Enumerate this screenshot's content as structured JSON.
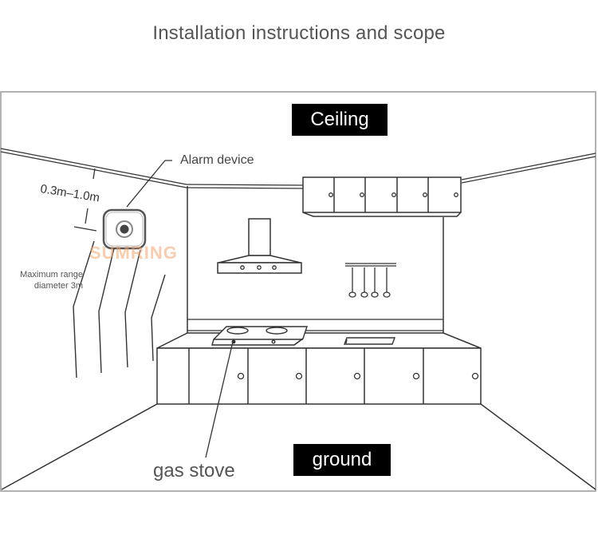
{
  "title": "Installation instructions and scope",
  "labels": {
    "ceiling": "Ceiling",
    "ground": "ground",
    "alarm_device": "Alarm device",
    "distance_from_ceiling": "0.3m–1.0m",
    "max_range": "Maximum range diameter 3m",
    "gas_stove": "gas stove"
  },
  "watermark": "SUMRING",
  "colors": {
    "line": "#333333",
    "frame": "#999999",
    "label_box": "#000000",
    "label_text": "#ffffff",
    "watermark": "#f4a36a"
  },
  "scene": {
    "upper_cabinet_doors": 5,
    "base_cabinet_doors": 5,
    "hood_buttons": 3,
    "hanging_utensils": 4,
    "stove_burners": 2
  }
}
